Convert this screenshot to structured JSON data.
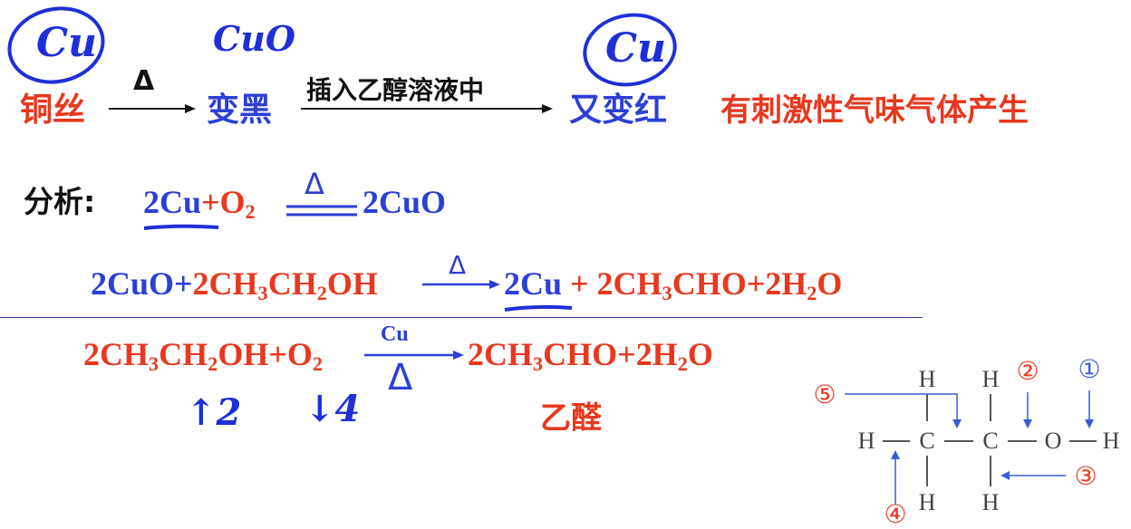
{
  "row1": {
    "copper_wire": "铜丝",
    "delta": "Δ",
    "turns_black": "变黑",
    "insert_label": "插入乙醇溶液中",
    "turns_red": "又变红",
    "observation": "有刺激性气味气体产生",
    "hand_cu_1": "Cu",
    "hand_cuo": "CuO",
    "hand_cu_2": "Cu"
  },
  "analysis": {
    "label": "分析:",
    "eq1": {
      "lhs_a": "2Cu",
      "lhs_b": "+O",
      "lhs_b_sub": "2",
      "cond": "Δ",
      "rhs": "2CuO"
    },
    "eq2": {
      "lhs_a": "2CuO+",
      "lhs_b": "2CH",
      "lhs_b_sub1": "3",
      "lhs_b_mid": "CH",
      "lhs_b_sub2": "2",
      "lhs_b_end": "OH",
      "cond": "Δ",
      "rhs_a": "2Cu",
      "rhs_b": " + 2CH",
      "rhs_b_sub1": "3",
      "rhs_b_mid": "CHO+2H",
      "rhs_b_sub2": "2",
      "rhs_b_end": "O"
    },
    "eq3": {
      "lhs": "2CH",
      "lhs_sub1": "3",
      "lhs_mid": "CH",
      "lhs_sub2": "2",
      "lhs_mid2": "OH+O",
      "lhs_sub3": "2",
      "catalyst": "Cu",
      "cond": "Δ",
      "rhs": "2CH",
      "rhs_sub1": "3",
      "rhs_mid": "CHO+2H",
      "rhs_sub2": "2",
      "rhs_end": "O"
    },
    "product_name": "乙醛",
    "hand_note_1": "↑2",
    "hand_note_2": "↓4"
  },
  "structure": {
    "atoms": [
      "H",
      "C",
      "C",
      "O",
      "H",
      "H",
      "H",
      "H",
      "H"
    ],
    "labels": [
      "①",
      "②",
      "③",
      "④",
      "⑤"
    ]
  },
  "colors": {
    "red": "#e8381f",
    "blue": "#2c3fd6",
    "hand_blue": "#1f2fd8",
    "bond_gray": "#555555",
    "arrow_blue": "#3a5bd9",
    "label_red": "#e8381f",
    "label_blue": "#3a5bd9"
  }
}
